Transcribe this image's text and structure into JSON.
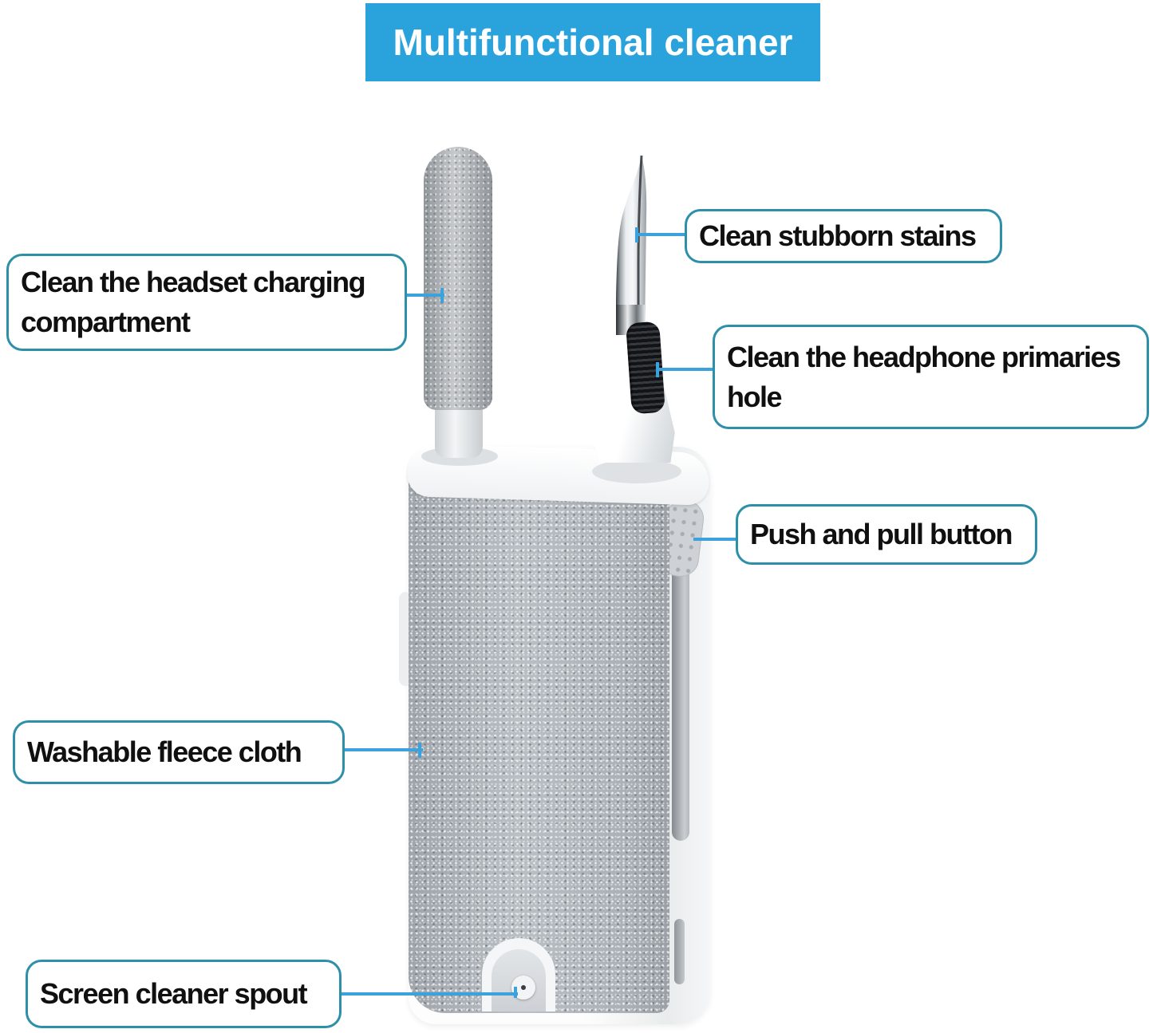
{
  "header": {
    "title": "Multifunctional cleaner"
  },
  "callouts": [
    {
      "name": "headset-compartment",
      "label": "Clean the headset charging compartment"
    },
    {
      "name": "stubborn-stains",
      "label": "Clean stubborn stains"
    },
    {
      "name": "headphone-hole",
      "label": "Clean the headphone primaries hole"
    },
    {
      "name": "push-pull-button",
      "label": "Push and pull button"
    },
    {
      "name": "fleece-cloth",
      "label": "Washable fleece cloth"
    },
    {
      "name": "screen-spout",
      "label": "Screen cleaner spout"
    }
  ],
  "product": {
    "parts": [
      "foam-swab",
      "metal-nib-pen",
      "bristle-brush",
      "push-pull-button",
      "fleece-body",
      "spray-nozzle"
    ]
  },
  "colors": {
    "banner": "#2AA3DC",
    "border": "#2E8FA9",
    "connector": "#3BA2DB",
    "ink": "#101010"
  }
}
